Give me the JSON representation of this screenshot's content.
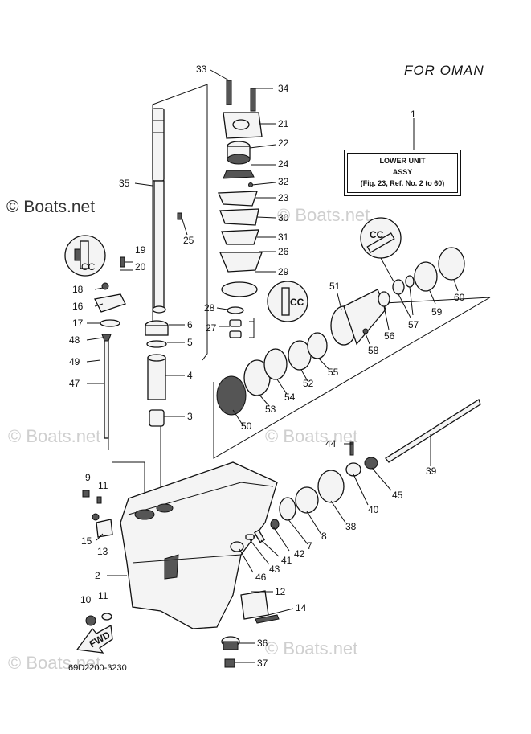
{
  "header": "FOR  OMAN",
  "title_box": {
    "line1": "LOWER UNIT",
    "line2": "ASSY",
    "line3": "(Fig. 23, Ref. No. 2 to 60)"
  },
  "watermark": "© Boats.net",
  "diagram_code": "69D2200-3230",
  "fwd_label": "FWD",
  "badge_labels": [
    "CC",
    "CC",
    "CC"
  ],
  "callouts": [
    "1",
    "2",
    "3",
    "4",
    "5",
    "6",
    "7",
    "8",
    "9",
    "10",
    "11",
    "11",
    "12",
    "13",
    "14",
    "15",
    "16",
    "17",
    "18",
    "19",
    "20",
    "21",
    "22",
    "23",
    "24",
    "25",
    "26",
    "27",
    "28",
    "29",
    "30",
    "31",
    "32",
    "33",
    "34",
    "35",
    "36",
    "37",
    "38",
    "39",
    "40",
    "41",
    "42",
    "43",
    "44",
    "45",
    "46",
    "47",
    "48",
    "49",
    "50",
    "51",
    "52",
    "53",
    "54",
    "55",
    "56",
    "57",
    "58",
    "59",
    "60"
  ]
}
